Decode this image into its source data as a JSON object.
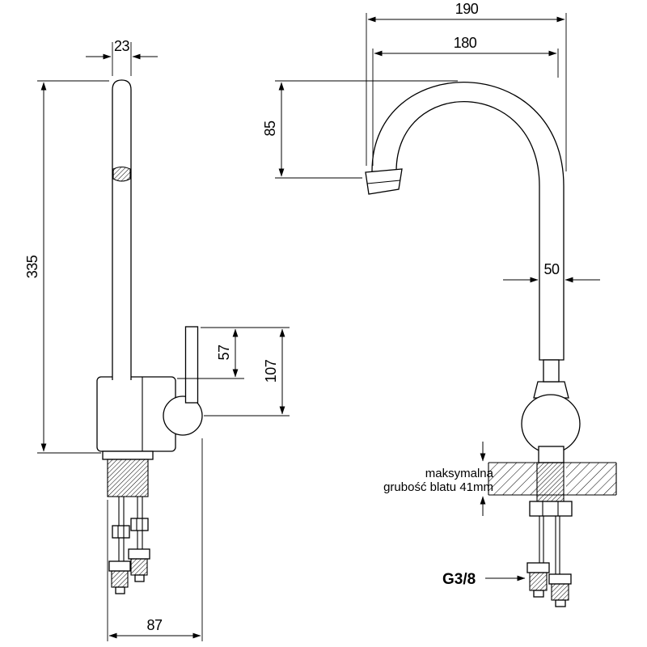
{
  "title": "faucet-technical-drawing",
  "dimensions": {
    "left_view": {
      "spout_width": "23",
      "total_height": "335",
      "lever_height": "57",
      "body_height": "107",
      "base_depth": "87"
    },
    "right_view": {
      "overall_reach": "190",
      "spout_reach": "180",
      "spout_drop": "85",
      "body_diameter": "50"
    }
  },
  "annotations": {
    "counter_note_line1": "maksymalna",
    "counter_note_line2": "grubość blatu 41mm",
    "thread_size": "G3/8"
  },
  "colors": {
    "line": "#000000",
    "background": "#ffffff"
  }
}
